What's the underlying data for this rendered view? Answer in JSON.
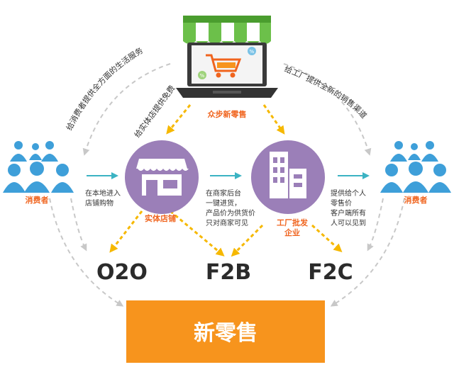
{
  "title": "众步新零售",
  "arc_left": "给消费者提供全方面的生活服务",
  "arc_right": "给工厂提供全新的销售渠道",
  "diag_left": "给实体店提供免费新零售平台",
  "consumer_left": "消费者",
  "consumer_right": "消费者",
  "caption_store": [
    "在本地进入",
    "店铺购物"
  ],
  "caption_merchant": [
    "在商家后台",
    "一键进货，",
    "产品价为供货价",
    "只对商家可见"
  ],
  "caption_retail": [
    "提供给个人",
    "零售价",
    "客户端所有",
    "人可以见到"
  ],
  "store_label": "实体店铺",
  "factory_label": [
    "工厂批发",
    "企业"
  ],
  "models": [
    "O2O",
    "F2B",
    "F2C"
  ],
  "banner": "新零售",
  "colors": {
    "orange": "#f0641e",
    "purple": "#9b7fb8",
    "teal": "#3bb3c3",
    "consumer_blue": "#3e9fd9",
    "banner": "#f7941d",
    "dashed_gray": "#c8c8c8",
    "yellow_dash": "#f6b800"
  },
  "icons": [
    "shop-laptop-icon",
    "cart-icon",
    "store-icon",
    "factory-icon",
    "consumer-group-icon"
  ]
}
